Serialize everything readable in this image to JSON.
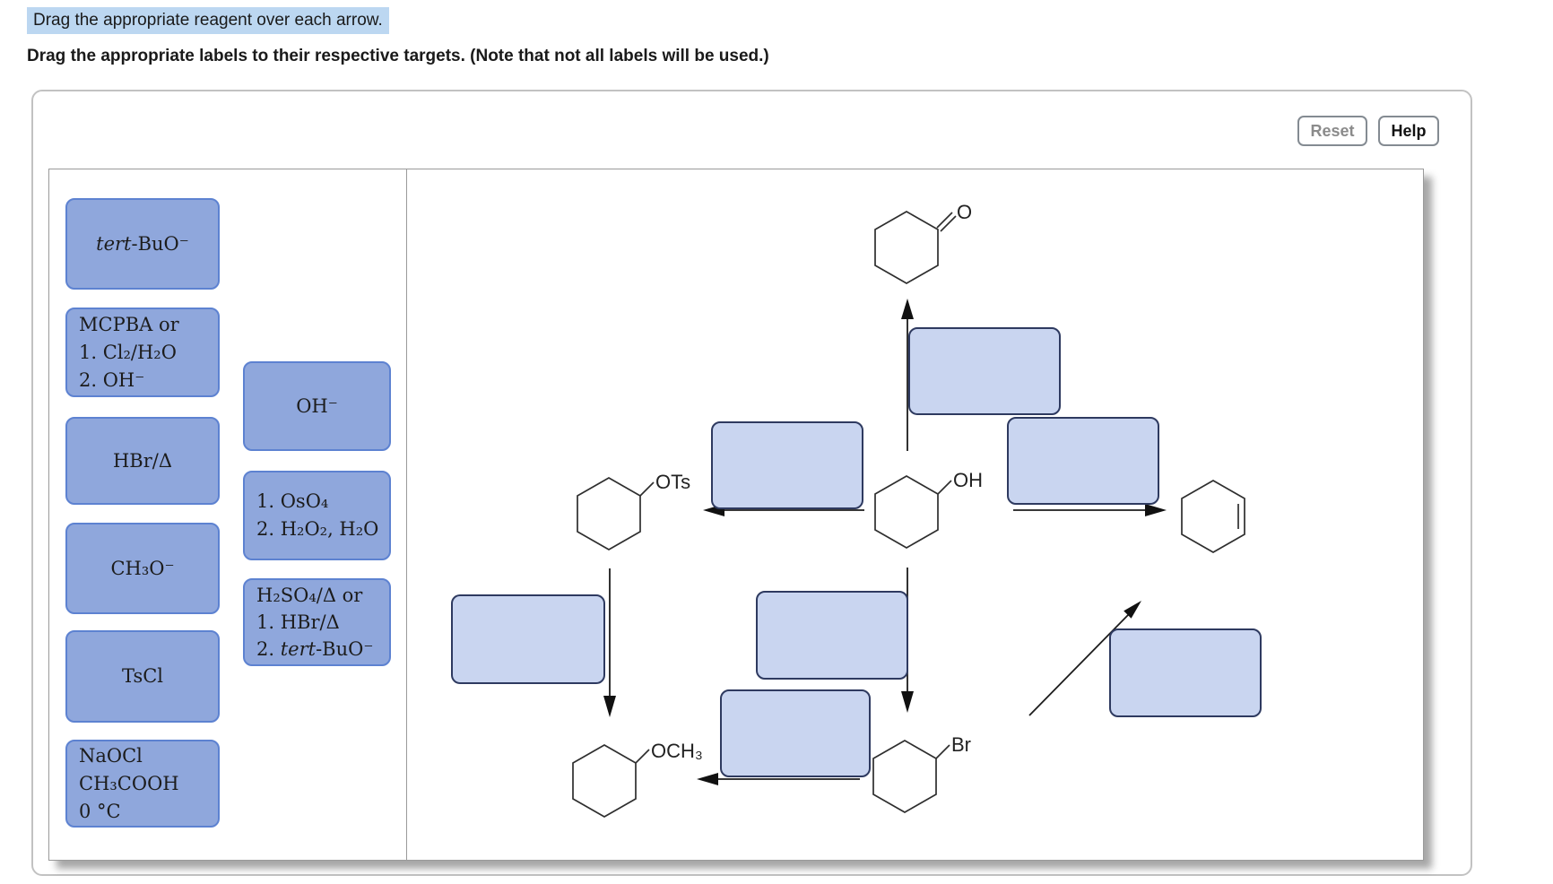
{
  "instructions": {
    "line1": "Drag the appropriate reagent over each arrow.",
    "line2": "Drag the appropriate labels to their respective targets. (Note that not all labels will be used.)"
  },
  "toolbar": {
    "reset": "Reset",
    "help": "Help"
  },
  "bank": {
    "tert_buo": {
      "italic": "tert",
      "rest": "-BuO⁻"
    },
    "mcpba": {
      "l1": "MCPBA or",
      "l2": "1. Cl₂/H₂O",
      "l3": "2. OH⁻"
    },
    "hbr_delta": "HBr/Δ",
    "ch3o": "CH₃O⁻",
    "tscl": "TsCl",
    "naocl": {
      "l1": "NaOCl",
      "l2": "CH₃COOH",
      "l3": "0 °C"
    },
    "oh": "OH⁻",
    "oso4": {
      "l1": "1. OsO₄",
      "l2": "2. H₂O₂, H₂O"
    },
    "h2so4": {
      "l1": "H₂SO₄/Δ or",
      "l2": "1. HBr/Δ",
      "l3_pre": "2. ",
      "l3_italic": "tert",
      "l3_rest": "-BuO⁻"
    }
  },
  "structures": {
    "ketone_o": "O",
    "ots": "OTs",
    "alcohol_oh": "OH",
    "ether_och3": "OCH₃",
    "bromide_br": "Br"
  },
  "colors": {
    "bank_fill": "#8fa7dc",
    "bank_border": "#5d82d1",
    "drop_fill": "#c9d5f0",
    "drop_border": "#2e3a60",
    "instruction_highlight": "#bcd7f1"
  }
}
